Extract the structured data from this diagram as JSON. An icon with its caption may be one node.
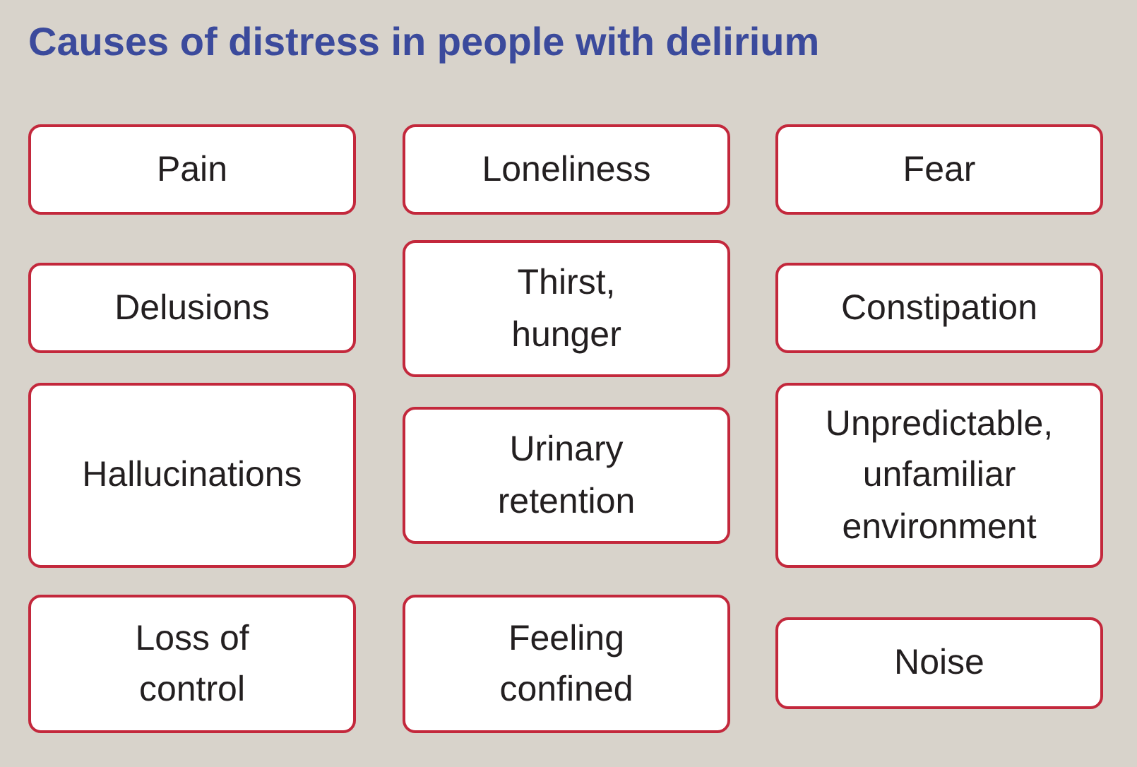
{
  "diagram": {
    "title": "Causes of distress in people with delirium",
    "nodes": [
      {
        "text": [
          "Pain"
        ]
      },
      {
        "text": [
          "Loneliness"
        ]
      },
      {
        "text": [
          "Fear"
        ]
      },
      {
        "text": [
          "Delusions"
        ]
      },
      {
        "text": [
          "Thirst, hunger"
        ]
      },
      {
        "text": [
          "Constipation"
        ]
      },
      {
        "text": [
          "Hallucinations"
        ]
      },
      {
        "text": [
          "Urinary retention"
        ]
      },
      {
        "text": [
          "Unpredictable, unfamiliar environment"
        ]
      },
      {
        "text": [
          "Loss of control"
        ]
      },
      {
        "text": [
          "Feeling confined"
        ]
      },
      {
        "text": [
          "Noise"
        ]
      }
    ]
  }
}
